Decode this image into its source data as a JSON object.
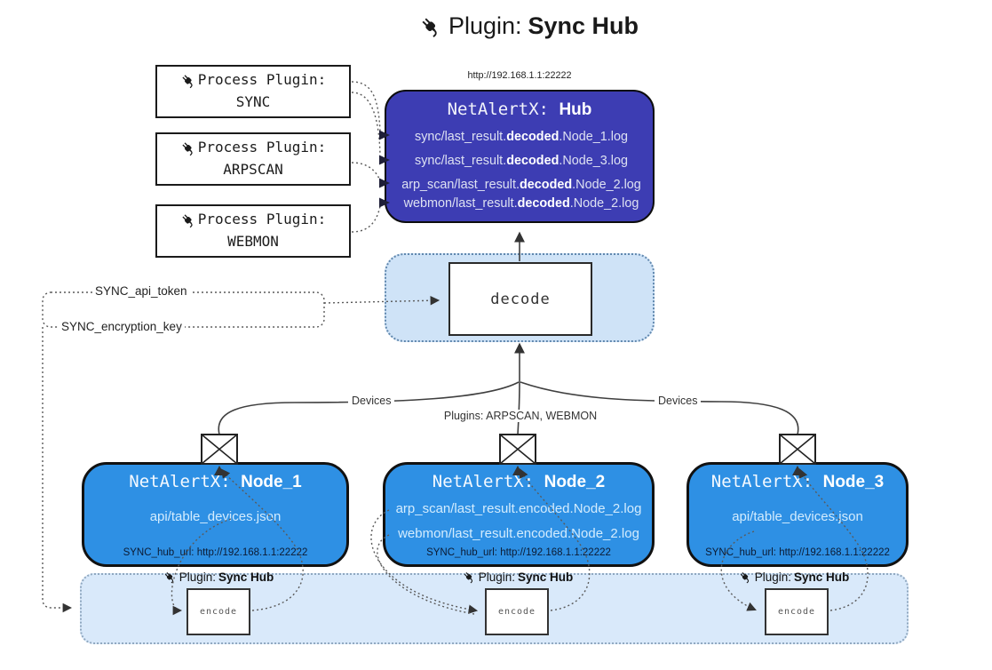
{
  "title": {
    "prefix": "Plugin:",
    "name": "Sync Hub"
  },
  "process_plugins": [
    {
      "label": "Process Plugin:",
      "name": "SYNC"
    },
    {
      "label": "Process Plugin:",
      "name": "ARPSCAN"
    },
    {
      "label": "Process Plugin:",
      "name": "WEBMON"
    }
  ],
  "hub": {
    "url": "http://192.168.1.1:22222",
    "title_prefix": "NetAlertX:",
    "title_name": "Hub",
    "logs": [
      {
        "pre": "sync/last_result.",
        "bold": "decoded",
        "post": ".Node_1.log"
      },
      {
        "pre": "sync/last_result.",
        "bold": "decoded",
        "post": ".Node_3.log"
      },
      {
        "pre": "arp_scan/last_result.",
        "bold": "decoded",
        "post": ".Node_2.log"
      },
      {
        "pre": "webmon/last_result.",
        "bold": "decoded",
        "post": ".Node_2.log"
      }
    ]
  },
  "decode_label": "decode",
  "keys": {
    "api_token": "SYNC_api_token",
    "encryption_key": "SYNC_encryption_key"
  },
  "edges": {
    "devices_left": "Devices",
    "plugins_center": "Plugins: ARPSCAN, WEBMON",
    "devices_right": "Devices"
  },
  "nodes": [
    {
      "title_prefix": "NetAlertX:",
      "title_name": "Node_1",
      "files": [
        "api/table_devices.json"
      ],
      "hub_url": "SYNC_hub_url: http://192.168.1.1:22222"
    },
    {
      "title_prefix": "NetAlertX:",
      "title_name": "Node_2",
      "files": [
        "arp_scan/last_result.encoded.Node_2.log",
        "webmon/last_result.encoded.Node_2.log"
      ],
      "hub_url": "SYNC_hub_url: http://192.168.1.1:22222"
    },
    {
      "title_prefix": "NetAlertX:",
      "title_name": "Node_3",
      "files": [
        "api/table_devices.json"
      ],
      "hub_url": "SYNC_hub_url: http://192.168.1.1:22222"
    }
  ],
  "encode_band": {
    "plugin_prefix": "Plugin:",
    "plugin_name": "Sync Hub",
    "encode_label": "encode"
  },
  "colors": {
    "hub_bg": "#3d3db3",
    "node_bg": "#2e90e4",
    "band_bg": "#d9e9fa",
    "decode_panel_bg": "#cfe3f7",
    "hub_text": "#dde1f2",
    "node_text": "#d3ecfe",
    "line": "#3f3f3f"
  }
}
